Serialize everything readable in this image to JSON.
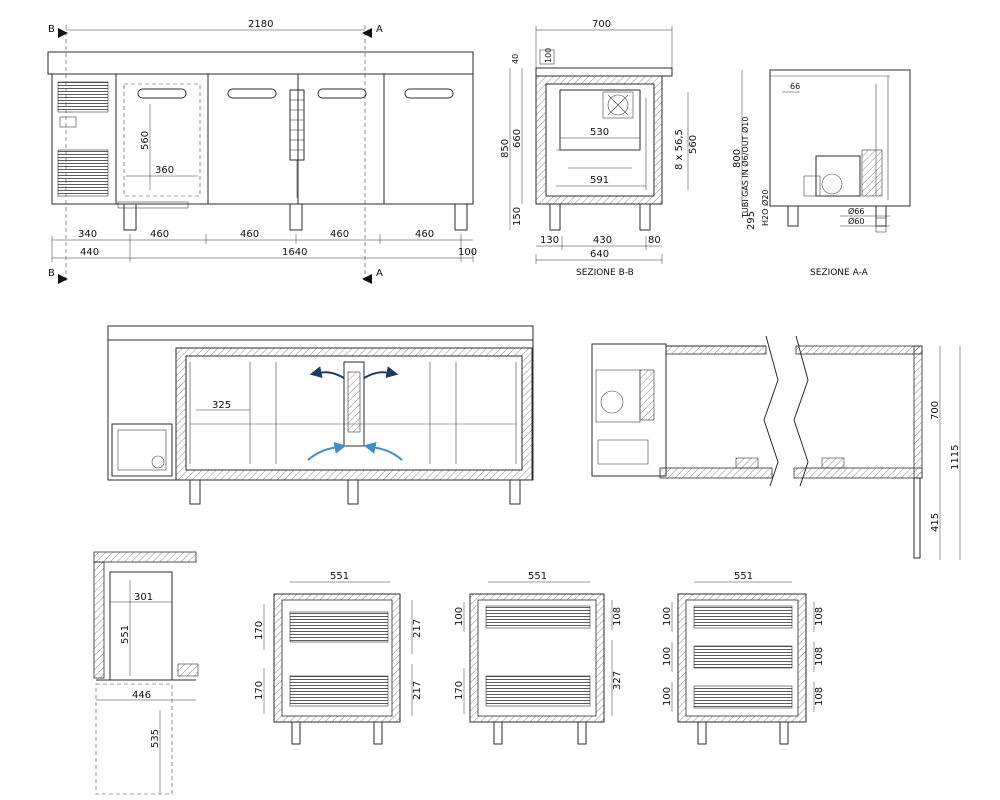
{
  "front_view": {
    "marker_b": "B",
    "marker_a": "A",
    "total_width": "2180",
    "drawer_height": "560",
    "drawer_width": "360",
    "bottom_dims_upper": [
      "340",
      "460",
      "460",
      "460",
      "460"
    ],
    "bottom_dims_lower": [
      "440",
      "1640",
      "100"
    ]
  },
  "section_bb": {
    "caption": "SEZIONE B-B",
    "top_width": "700",
    "top_offset": "100",
    "top_thickness": "40",
    "total_height": "850",
    "body_height": "660",
    "leg_height": "150",
    "inner_width_top": "530",
    "inner_height": "560",
    "guides": "8 x 56,5",
    "inner_width_bottom": "591",
    "bottom_dims": [
      "130",
      "430",
      "80"
    ],
    "base_width": "640"
  },
  "section_aa": {
    "caption": "SEZIONE A-A",
    "dim_66": "66",
    "height_800": "800",
    "height_295": "295",
    "gas_label": "TUBI GAS IN Ø6/OUT Ø10",
    "water_label": "H2O Ø20",
    "pipe_66": "Ø66",
    "pipe_60": "Ø60"
  },
  "airflow_view": {
    "shelf_dim": "325"
  },
  "side_view": {
    "dim_700": "700",
    "dim_1115": "1115",
    "dim_415": "415"
  },
  "drawer_side": {
    "depth_301": "301",
    "height_551": "551",
    "width_446": "446",
    "ext_535": "535"
  },
  "drawer_config_1": {
    "width": "551",
    "left_dims": [
      "170",
      "170"
    ],
    "right_dims": [
      "217",
      "217"
    ]
  },
  "drawer_config_2": {
    "width": "551",
    "left_dims": [
      "100",
      "170"
    ],
    "right_dims": [
      "108",
      "327"
    ]
  },
  "drawer_config_3": {
    "width": "551",
    "left_dims": [
      "100",
      "100",
      "100"
    ],
    "right_dims": [
      "108",
      "108",
      "108"
    ]
  }
}
